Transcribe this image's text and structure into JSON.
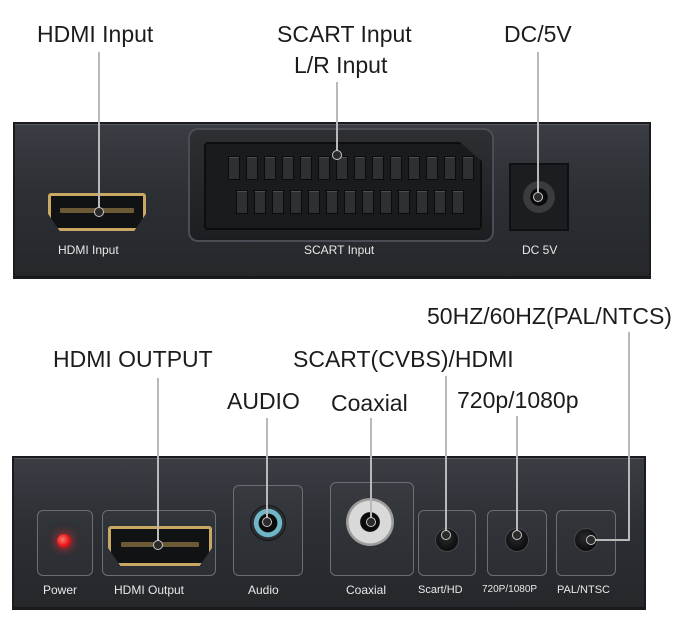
{
  "top_callouts": {
    "hdmi_input": "HDMI Input",
    "scart_input_line1": "SCART Input",
    "scart_input_line2": "L/R Input",
    "dc": "DC/5V"
  },
  "top_panel_prints": {
    "hdmi_input": "HDMI Input",
    "scart_input": "SCART Input",
    "dc": "DC 5V"
  },
  "bottom_callouts": {
    "freq": "50HZ/60HZ(PAL/NTCS)",
    "hdmi_output": "HDMI OUTPUT",
    "scart_hdmi": "SCART(CVBS)/HDMI",
    "audio": "AUDIO",
    "coaxial": "Coaxial",
    "resolution": "720p/1080p"
  },
  "bottom_panel_prints": {
    "power": "Power",
    "hdmi_output": "HDMI Output",
    "audio": "Audio",
    "coaxial": "Coaxial",
    "scart_hd": "Scart/HD",
    "resolution": "720P/1080P",
    "pal_ntsc": "PAL/NTSC"
  },
  "colors": {
    "panel": "#2c2f34",
    "hdmi_gold": "#c9a863",
    "power_led": "#e3141c",
    "audio_ring": "#6fb7c7"
  },
  "icons": [
    "hdmi-port-icon",
    "scart-port-icon",
    "dc-jack-icon",
    "power-led-icon",
    "audio-jack-icon",
    "coaxial-jack-icon",
    "push-button-icon"
  ]
}
